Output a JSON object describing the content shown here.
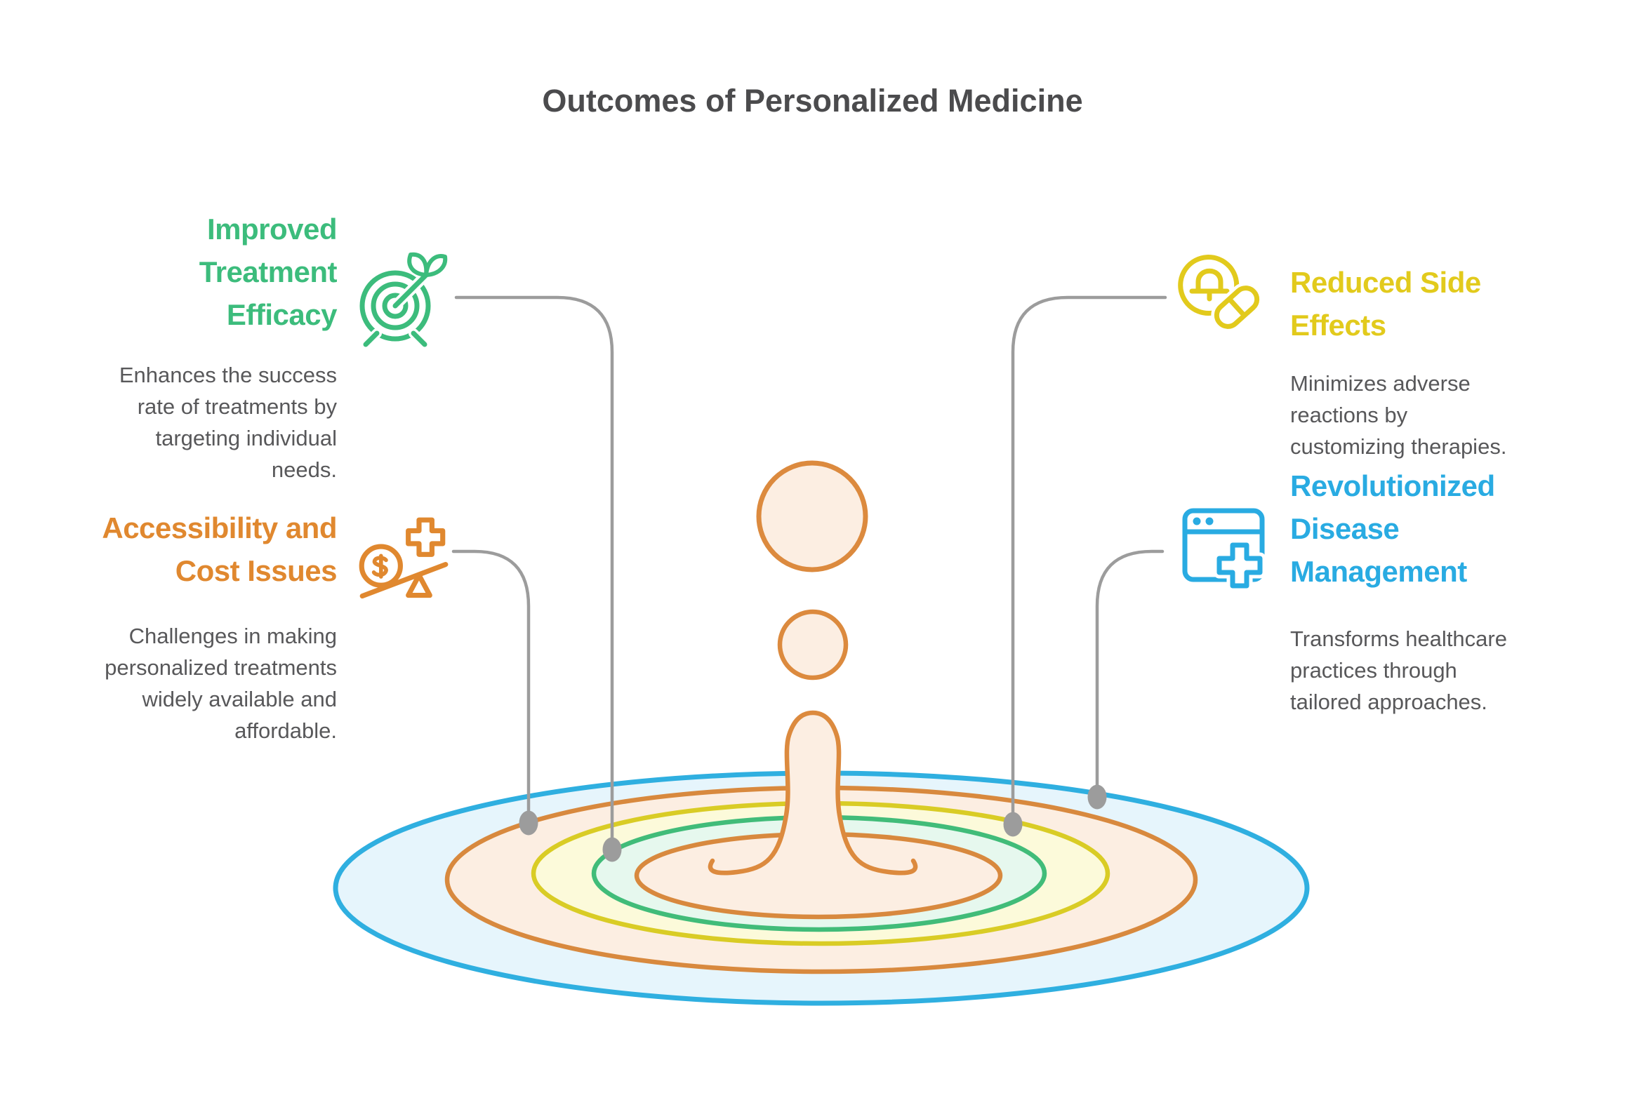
{
  "title": "Outcomes of Personalized Medicine",
  "colors": {
    "green": "#3CBC7C",
    "orange": "#E0882F",
    "yellow": "#E2CA1C",
    "blue": "#29ABE2",
    "title_text": "#4B4B4D",
    "body_text": "#58585A",
    "connector": "#9C9C9C"
  },
  "sections": [
    {
      "id": "improved-treatment-efficacy",
      "color": "#3CBC7C",
      "icon": "target-arrow-icon",
      "heading_lines": [
        "Improved",
        "Treatment",
        "Efficacy"
      ],
      "description_lines": [
        "Enhances the success",
        "rate of treatments by",
        "targeting individual",
        "needs."
      ]
    },
    {
      "id": "accessibility-cost-issues",
      "color": "#E0882F",
      "icon": "dollar-scale-icon",
      "heading_lines": [
        "Accessibility and",
        "Cost Issues"
      ],
      "description_lines": [
        "Challenges in making",
        "personalized treatments",
        "widely available and",
        "affordable."
      ]
    },
    {
      "id": "reduced-side-effects",
      "color": "#E2CA1C",
      "icon": "bell-pill-icon",
      "heading_lines": [
        "Reduced Side",
        "Effects"
      ],
      "description_lines": [
        "Minimizes adverse",
        "reactions by",
        "customizing therapies."
      ]
    },
    {
      "id": "revolutionized-disease-management",
      "color": "#29ABE2",
      "icon": "browser-cross-icon",
      "heading_lines": [
        "Revolutionized",
        "Disease",
        "Management"
      ],
      "description_lines": [
        "Transforms healthcare",
        "practices through",
        "tailored approaches."
      ]
    }
  ],
  "illustration": {
    "name": "water-drop-ripple",
    "rings": [
      {
        "label": "outer-ring",
        "stroke": "#2FAFE0",
        "fill": "#E6F5FC"
      },
      {
        "label": "second-ring",
        "stroke": "#D8893E",
        "fill": "#FCEEE2"
      },
      {
        "label": "third-ring",
        "stroke": "#D9CC25",
        "fill": "#FCFADA"
      },
      {
        "label": "fourth-ring",
        "stroke": "#41BC79",
        "fill": "#E6F8EE"
      },
      {
        "label": "inner-ring",
        "stroke": "#D8893E",
        "fill": "#FCEEE2"
      }
    ],
    "droplet": {
      "stroke": "#DC8A3E",
      "fill": "#FCEEE2"
    }
  }
}
